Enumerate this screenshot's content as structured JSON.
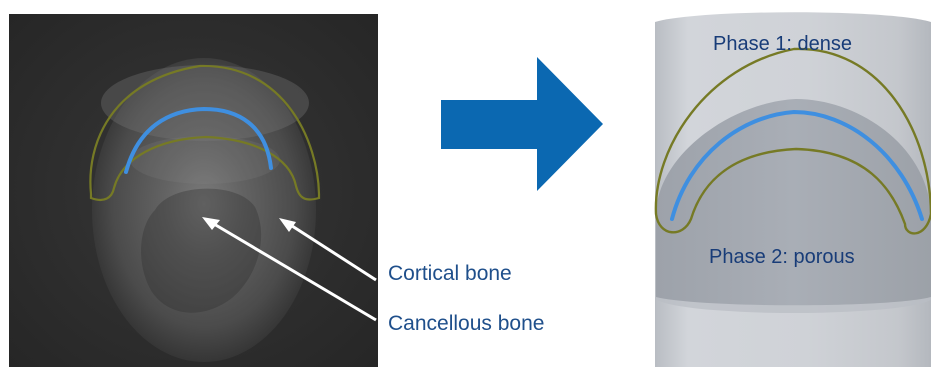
{
  "left_panel": {
    "labels": {
      "cortical": "Cortical bone",
      "cancellous": "Cancellous bone"
    }
  },
  "right_panel": {
    "labels": {
      "phase1": "Phase 1: dense",
      "phase2": "Phase 2: porous"
    }
  },
  "colors": {
    "olive_outline": "#767a25",
    "blue_curve": "#3f8fe0",
    "arrow": "#0b68b1",
    "label_text": "#1f4f8b",
    "cylinder": "#c9ccd2"
  }
}
